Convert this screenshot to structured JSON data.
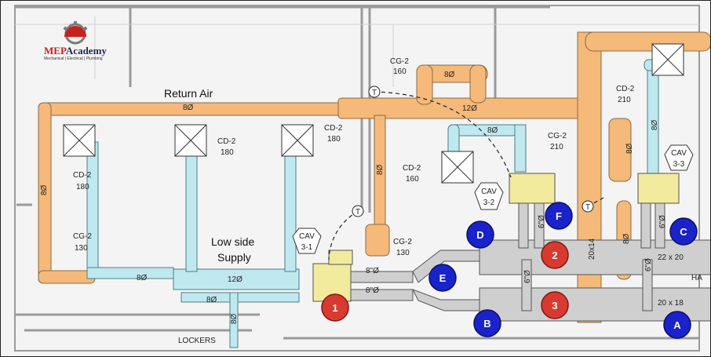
{
  "logo": {
    "brand_red": "MEP",
    "brand_dark": "Academy",
    "tagline": "Mechanical | Electrical | Plumbing"
  },
  "labels": {
    "return_air": "Return Air",
    "low_side_line1": "Low side",
    "low_side_line2": "Supply"
  },
  "diffusers": [
    {
      "tag": "CD-2",
      "cfm": "180"
    },
    {
      "tag": "CD-2",
      "cfm": "180"
    },
    {
      "tag": "CD-2",
      "cfm": "180"
    },
    {
      "tag": "CD-2",
      "cfm": "160"
    },
    {
      "tag": "CD-2",
      "cfm": "210"
    }
  ],
  "grilles": [
    {
      "tag": "CG-2",
      "cfm": "160"
    },
    {
      "tag": "CG-2",
      "cfm": "210"
    },
    {
      "tag": "CG-2",
      "cfm": "130"
    },
    {
      "tag": "CG-2",
      "cfm": "130"
    }
  ],
  "cav_boxes": [
    {
      "tag": "CAV",
      "num": "3-1"
    },
    {
      "tag": "CAV",
      "num": "3-2"
    },
    {
      "tag": "CAV",
      "num": "3-3"
    }
  ],
  "duct_sizes": {
    "d8": "8Ø",
    "d12": "12Ø",
    "d6": "6\"Ø",
    "d8in": "8\"Ø",
    "r20x14": "20x14",
    "r22x20": "22 x 20",
    "r20x18": "20 x 18"
  },
  "markers": [
    {
      "id": "1",
      "kind": "red"
    },
    {
      "id": "2",
      "kind": "red"
    },
    {
      "id": "3",
      "kind": "red"
    },
    {
      "id": "A",
      "kind": "blue"
    },
    {
      "id": "B",
      "kind": "blue"
    },
    {
      "id": "C",
      "kind": "blue"
    },
    {
      "id": "D",
      "kind": "blue"
    },
    {
      "id": "E",
      "kind": "blue"
    },
    {
      "id": "F",
      "kind": "blue"
    }
  ],
  "thermostat": "T",
  "room_labels": {
    "lockers": "LOCKERS",
    "hall": "HA"
  },
  "colors": {
    "return_duct": "#f5b97a",
    "supply_duct": "#bfe8ef",
    "main_duct": "#cfcfcf",
    "cav_box": "#f2ea9c",
    "marker_red": "#d93a2f",
    "marker_blue": "#1a22c9"
  }
}
